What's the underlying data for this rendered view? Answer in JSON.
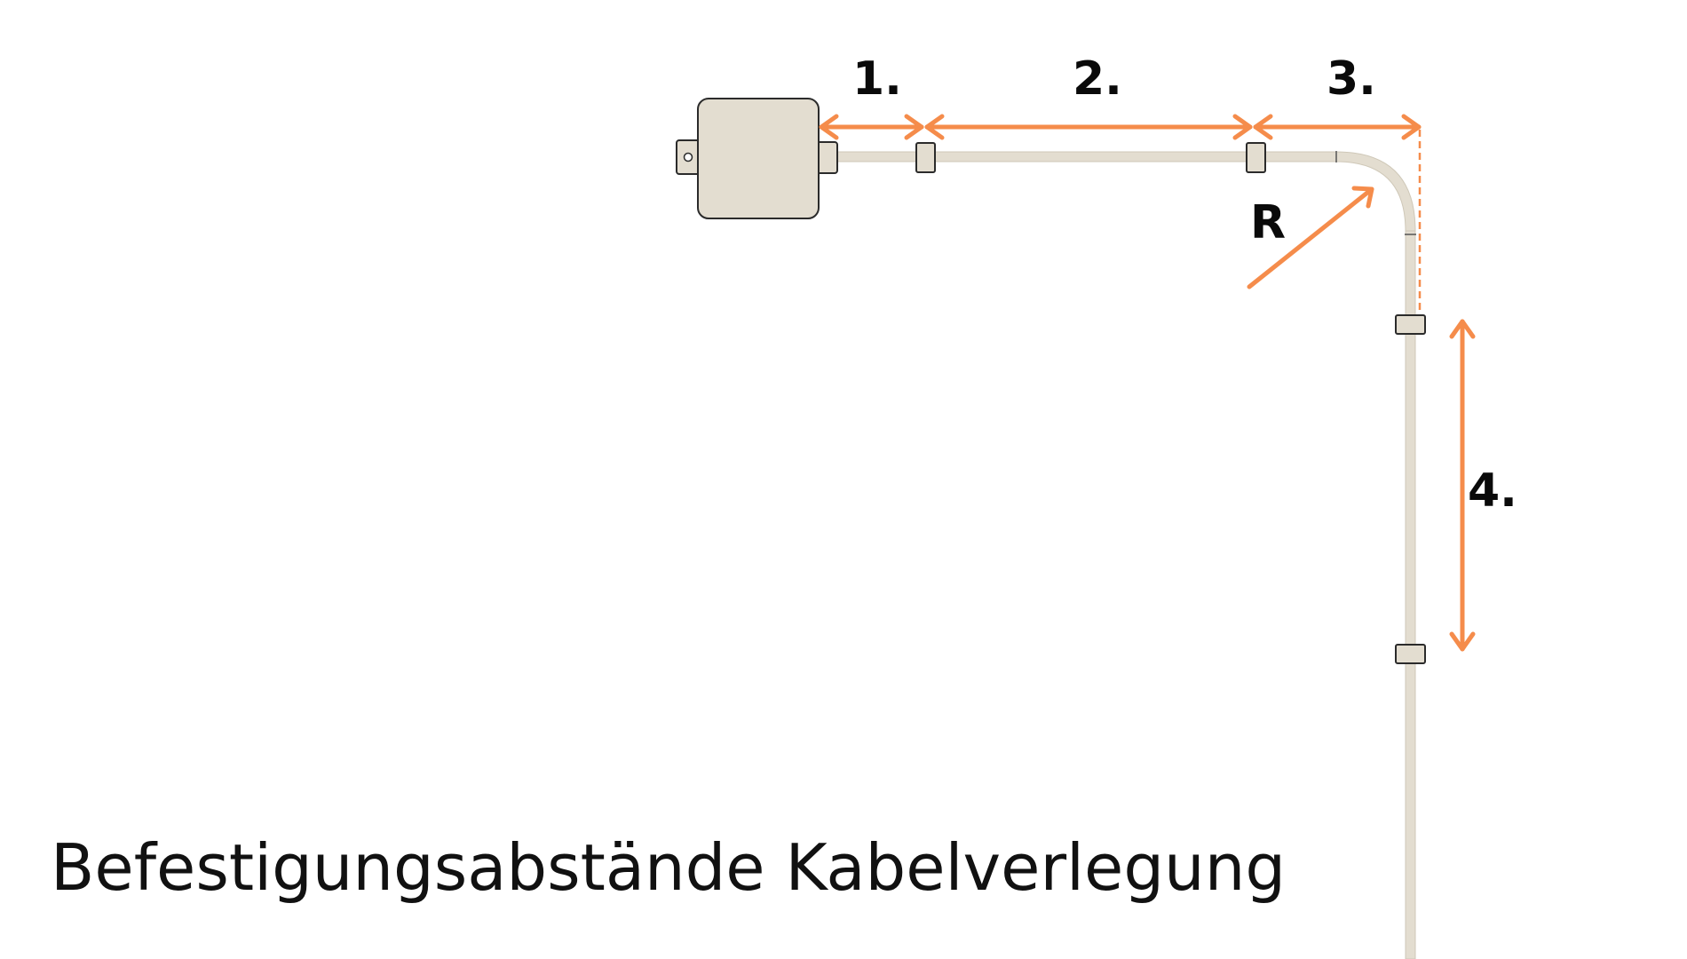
{
  "caption": "Befestigungsabstände Kabelverlegung",
  "labels": {
    "segment_1": "1.",
    "segment_2": "2.",
    "segment_3": "3.",
    "segment_4": "4.",
    "radius": "R"
  },
  "colors": {
    "arrow": "#f58c4b",
    "cable": "#e3ddd0",
    "cable_outline": "#b9b2a3",
    "box_fill": "#e3ddd0",
    "box_stroke": "#2b2b2b",
    "text": "#0a0a0a"
  }
}
